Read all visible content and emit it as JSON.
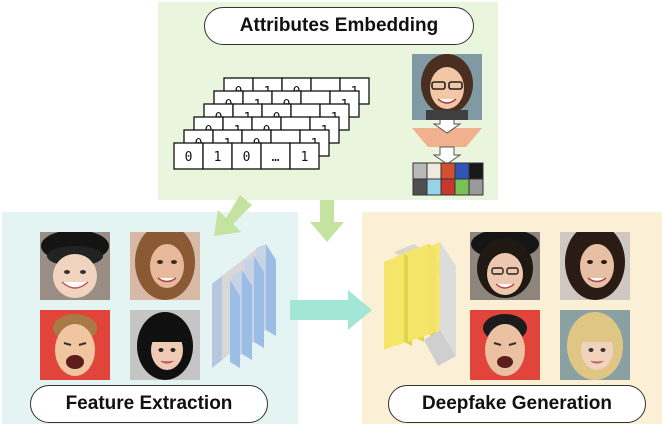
{
  "attributes_panel": {
    "title": "Attributes Embedding",
    "vector_cells": [
      "0",
      "1",
      "0",
      "…",
      "1"
    ],
    "stack_count": 6
  },
  "feature_panel": {
    "title": "Feature Extraction"
  },
  "generation_panel": {
    "title": "Deepfake Generation"
  },
  "colors": {
    "attributes_bg": "#eaf5dd",
    "feature_bg": "#e3f4f2",
    "generation_bg": "#fbefd6",
    "arrow_green": "#c5e3a0",
    "arrow_teal": "#a2e6d6",
    "encoder_blue": "#9cbde6",
    "decoder_yellow": "#f5e66a",
    "funnel_salmon": "#f1b08e"
  },
  "palette_swatches": [
    [
      "#b9b9b9",
      "#efe9e0",
      "#d1512f",
      "#2f56b7",
      "#181818"
    ],
    [
      "#4f4f4f",
      "#96d3e6",
      "#c7372f",
      "#78c255",
      "#9a9a9a"
    ]
  ],
  "icons": {
    "encoder": "cnn-encoder-icon",
    "decoder": "cnn-decoder-icon",
    "funnel": "color-funnel-icon"
  }
}
